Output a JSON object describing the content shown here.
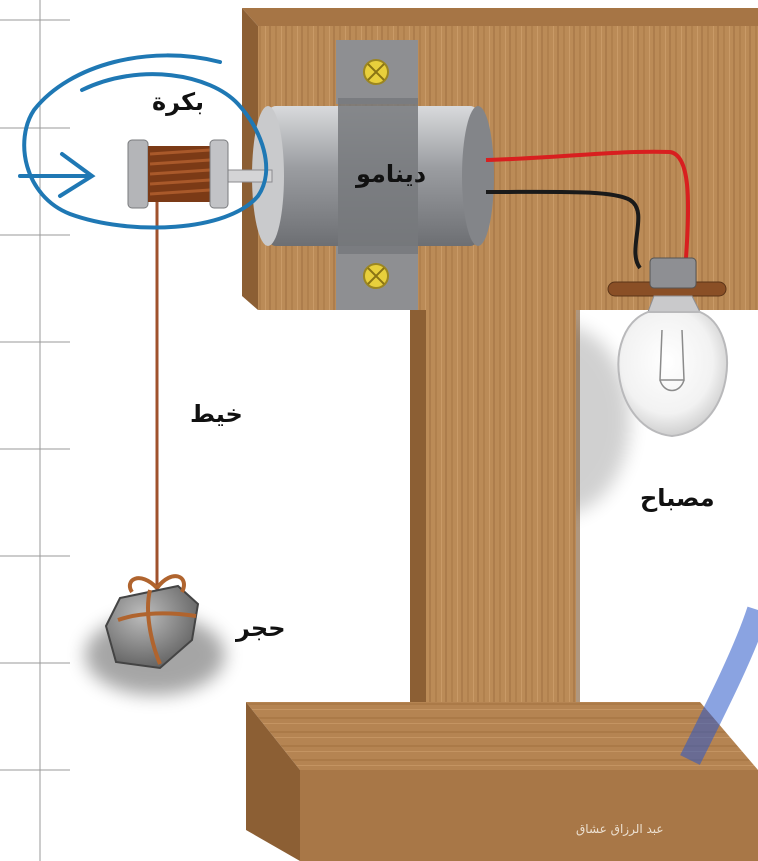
{
  "labels": {
    "pulley": "بكرة",
    "dynamo": "دينامو",
    "string": "خيط",
    "stone": "حجر",
    "lamp": "مصباح"
  },
  "credit": "عبد الرزاق عشاق",
  "colors": {
    "annotation": "#1f78b4",
    "wire_live": "#d81f1f",
    "wire_neutral": "#1a1a1a",
    "wood": "#b98a58",
    "string": "#a0522d"
  }
}
